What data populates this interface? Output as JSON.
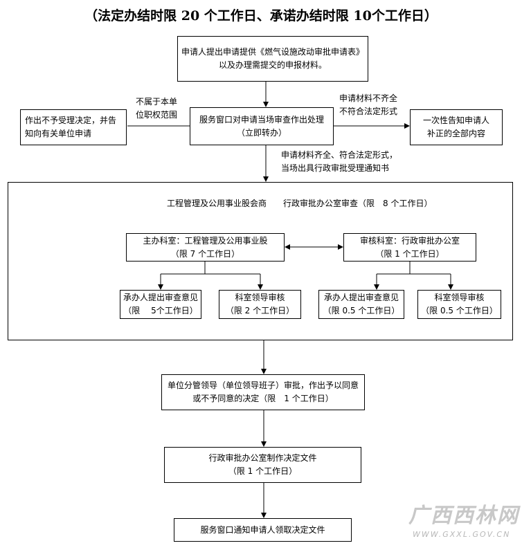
{
  "title": "（法定办结时限 20 个工作日、承诺办结时限 10个工作日）",
  "nodes": {
    "apply": [
      "申请人提出申请提供《燃气设施改动审批申请表》",
      "以及办理需提交的申报材料。"
    ],
    "window_review": [
      "服务窗口对申请当场审查作出处理",
      "（立即转办）"
    ],
    "reject": [
      "作出不予受理决定，并告",
      "知向有关单位申请"
    ],
    "notify_missing": [
      "一次性告知申请人",
      "补正的全部内容"
    ],
    "review_header": "工程管理及公用事业股会商　　行政审批办公室审查（限　8 个工作日）",
    "main_dept": [
      "主办科室：工程管理及公用事业股",
      "（限 7 个工作日）"
    ],
    "audit_dept": [
      "审核科室：行政审批办公室",
      "（限 1 个工作日）"
    ],
    "main_handler": [
      "承办人提出审查意见",
      "（限　 5个工作日）"
    ],
    "main_leader": [
      "科室领导审核",
      "（限 2 个工作日）"
    ],
    "audit_handler": [
      "承办人提出审查意见",
      "（限 0.5 个工作日）"
    ],
    "audit_leader": [
      "科室领导审核",
      "（限 0.5 个工作日）"
    ],
    "unit_leader": [
      "单位分管领导（单位领导班子）审批，作出予以同意",
      "或不予同意的决定（限　1 个工作日）"
    ],
    "make_document": [
      "行政审批办公室制作决定文件",
      "（限 1 个工作日）"
    ],
    "notify_collect": [
      "服务窗口通知申请人领取决定文件"
    ]
  },
  "edge_labels": {
    "out_of_scope": [
      "不属于本单",
      "位职权范围"
    ],
    "incomplete": [
      "申请材料不齐全",
      "不符合法定形式"
    ],
    "complete": [
      "申请材料齐全、符合法定形式，",
      "当场出具行政审批受理通知书"
    ]
  },
  "watermark": {
    "name": "广西西林网",
    "url": "WWW.GXXL.GOV.CN"
  }
}
